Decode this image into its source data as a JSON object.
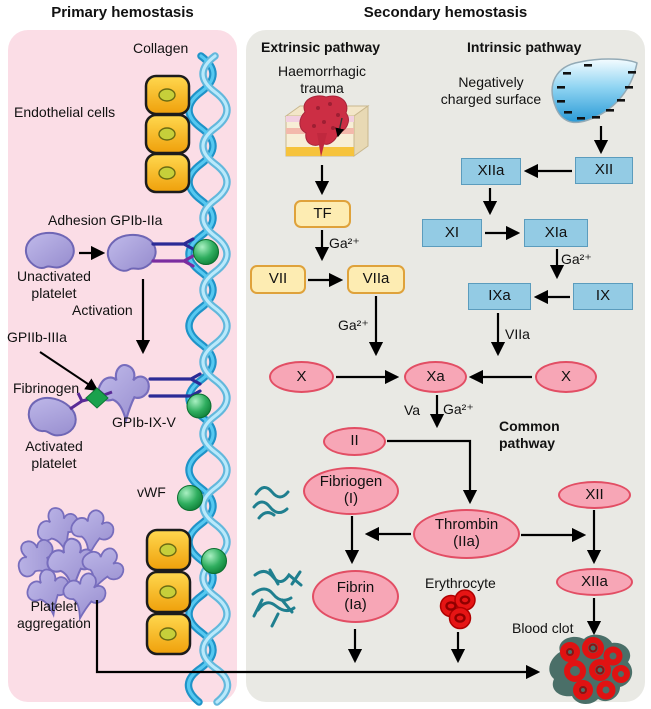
{
  "titles": {
    "primary": "Primary hemostasis",
    "secondary": "Secondary hemostasis"
  },
  "left": {
    "collagen": "Collagen",
    "endothelial_cells": "Endothelial cells",
    "adhesion": "Adhesion GPIb-IIa",
    "unactivated_1": "Unactivated",
    "unactivated_2": "platelet",
    "activation": "Activation",
    "gpiib_iiia": "GPIIb-IIIa",
    "fibrinogen": "Fibrinogen",
    "gpib_ix_v": "GPIb-IX-V",
    "activated_1": "Activated",
    "activated_2": "platelet",
    "vwf": "vWF",
    "aggregation_1": "Platelet",
    "aggregation_2": "aggregation"
  },
  "right": {
    "extrinsic": "Extrinsic pathway",
    "intrinsic": "Intrinsic pathway",
    "trauma_1": "Haemorrhagic",
    "trauma_2": "trauma",
    "negatively_1": "Negatively",
    "negatively_2": "charged surface",
    "common_1": "Common",
    "common_2": "pathway",
    "erythrocyte": "Erythrocyte",
    "blood_clot": "Blood clot",
    "va": "Va",
    "viia_cofactor": "VIIa",
    "ca_tf": "Ga²⁺",
    "ca_viia": "Ga²⁺",
    "ca_xia": "Ga²⁺",
    "ca_xa": "Ga²⁺",
    "nodes": {
      "tf": "TF",
      "vii": "VII",
      "viia": "VIIa",
      "x_left": "X",
      "xa": "Xa",
      "x_right": "X",
      "xiia_box": "XIIa",
      "xii_box": "XII",
      "xi": "XI",
      "xia": "XIa",
      "ixa": "IXa",
      "ix": "IX",
      "ii": "II",
      "fibriogen_1": "Fibriogen",
      "fibriogen_2": "(I)",
      "thrombin_1": "Thrombin",
      "thrombin_2": "(IIa)",
      "fibrin_1": "Fibrin",
      "fibrin_2": "(Ia)",
      "xii_ellipse": "XII",
      "xiia_ellipse": "XIIa"
    }
  },
  "colors": {
    "panel_primary": "#fbdde6",
    "panel_secondary": "#e9e9e4",
    "factor_box_blue": "#93cbe4",
    "factor_box_yellow": "#fdecb2",
    "factor_ellipse_pink": "#f7a6b6",
    "ellipse_border": "#e24e64",
    "platelet_purple": "#a59dd8",
    "collagen_blue": "#45c6f0",
    "vwf_green": "#1aa14d",
    "erythrocyte_red": "#e61414",
    "fibrin_teal": "#1f7f8f",
    "endothelial_yellow": "#f5b01c"
  }
}
